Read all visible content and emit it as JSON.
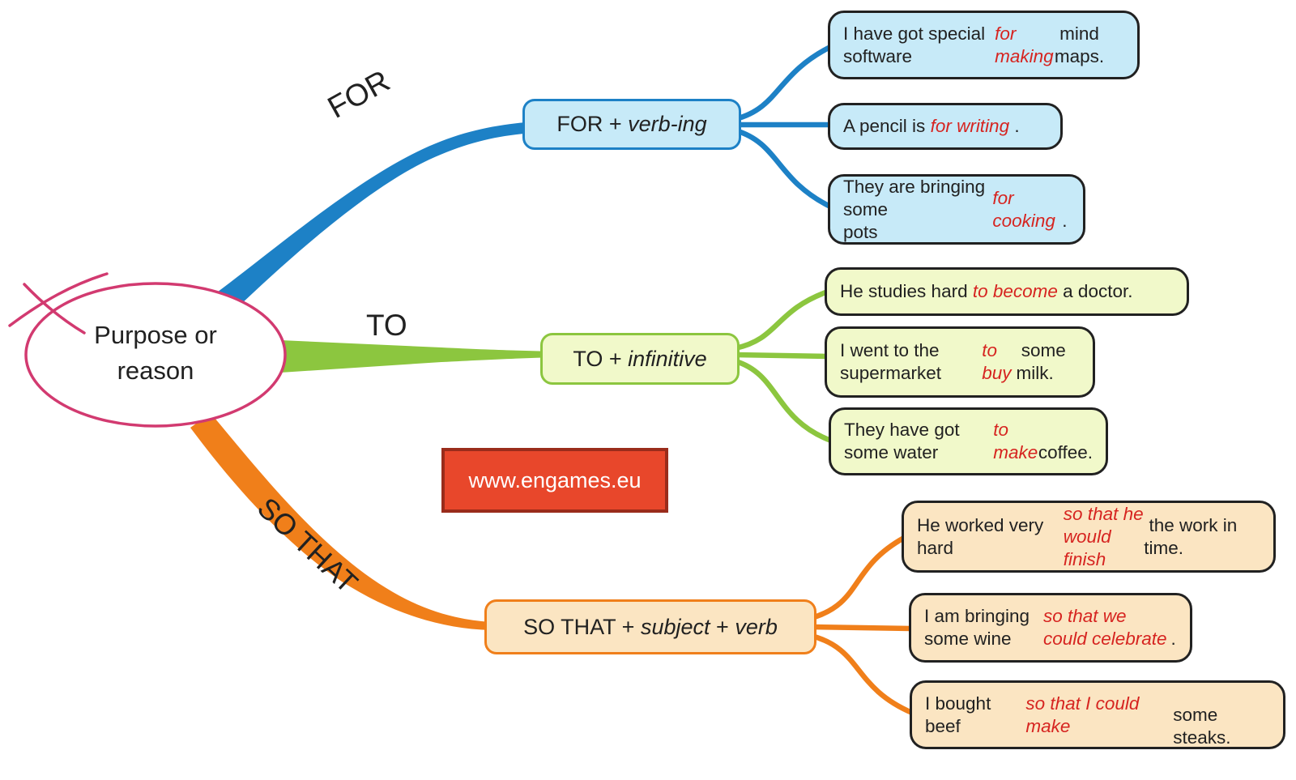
{
  "colors": {
    "blue": "#1D81C6",
    "blue_fill": "#C7EAF8",
    "green": "#8CC63F",
    "green_fill": "#F1F9CA",
    "orange": "#F07F1A",
    "orange_fill": "#FBE5C2",
    "pink": "#D23A70",
    "red_text": "#D62420",
    "banner_bg": "#E8472B",
    "banner_border": "#9A2C1B",
    "banner_text": "#FFFFFF",
    "text": "#212121"
  },
  "central": {
    "title": "Purpose or\nreason"
  },
  "watermark": {
    "label": "www.engames.eu"
  },
  "branches": [
    {
      "label": "FOR",
      "node": {
        "segments": [
          {
            "t": "FOR + "
          },
          {
            "t": "verb-ing",
            "em": true
          }
        ]
      },
      "examples": [
        {
          "segments": [
            {
              "t": "I have got special software\n"
            },
            {
              "t": "for making",
              "em": true
            },
            {
              "t": " mind maps."
            }
          ]
        },
        {
          "segments": [
            {
              "t": "A pencil is "
            },
            {
              "t": "for writing",
              "em": true
            },
            {
              "t": " ."
            }
          ]
        },
        {
          "segments": [
            {
              "t": "They are bringing some\npots "
            },
            {
              "t": "for cooking",
              "em": true
            },
            {
              "t": " ."
            }
          ]
        }
      ]
    },
    {
      "label": "TO",
      "node": {
        "segments": [
          {
            "t": "TO + "
          },
          {
            "t": "infinitive",
            "em": true
          }
        ]
      },
      "examples": [
        {
          "segments": [
            {
              "t": "He studies hard "
            },
            {
              "t": "to become",
              "em": true
            },
            {
              "t": " a doctor."
            }
          ]
        },
        {
          "segments": [
            {
              "t": "I went to the supermarket\n"
            },
            {
              "t": "to buy",
              "em": true
            },
            {
              "t": " some milk."
            }
          ]
        },
        {
          "segments": [
            {
              "t": "They have got some water\n"
            },
            {
              "t": "to make",
              "em": true
            },
            {
              "t": " coffee."
            }
          ]
        }
      ]
    },
    {
      "label": "SO THAT",
      "node": {
        "segments": [
          {
            "t": "SO THAT + "
          },
          {
            "t": "subject",
            "em": true
          },
          {
            "t": " + "
          },
          {
            "t": "verb",
            "em": true
          }
        ]
      },
      "examples": [
        {
          "segments": [
            {
              "t": "He worked very hard "
            },
            {
              "t": "so that he\nwould finish",
              "em": true
            },
            {
              "t": " the work in time."
            }
          ]
        },
        {
          "segments": [
            {
              "t": "I am bringing some wine\n"
            },
            {
              "t": "so that we could celebrate",
              "em": true
            },
            {
              "t": " ."
            }
          ]
        },
        {
          "segments": [
            {
              "t": "I bought beef "
            },
            {
              "t": "so that I could make",
              "em": true
            },
            {
              "t": "\nsome steaks."
            }
          ]
        }
      ]
    }
  ]
}
